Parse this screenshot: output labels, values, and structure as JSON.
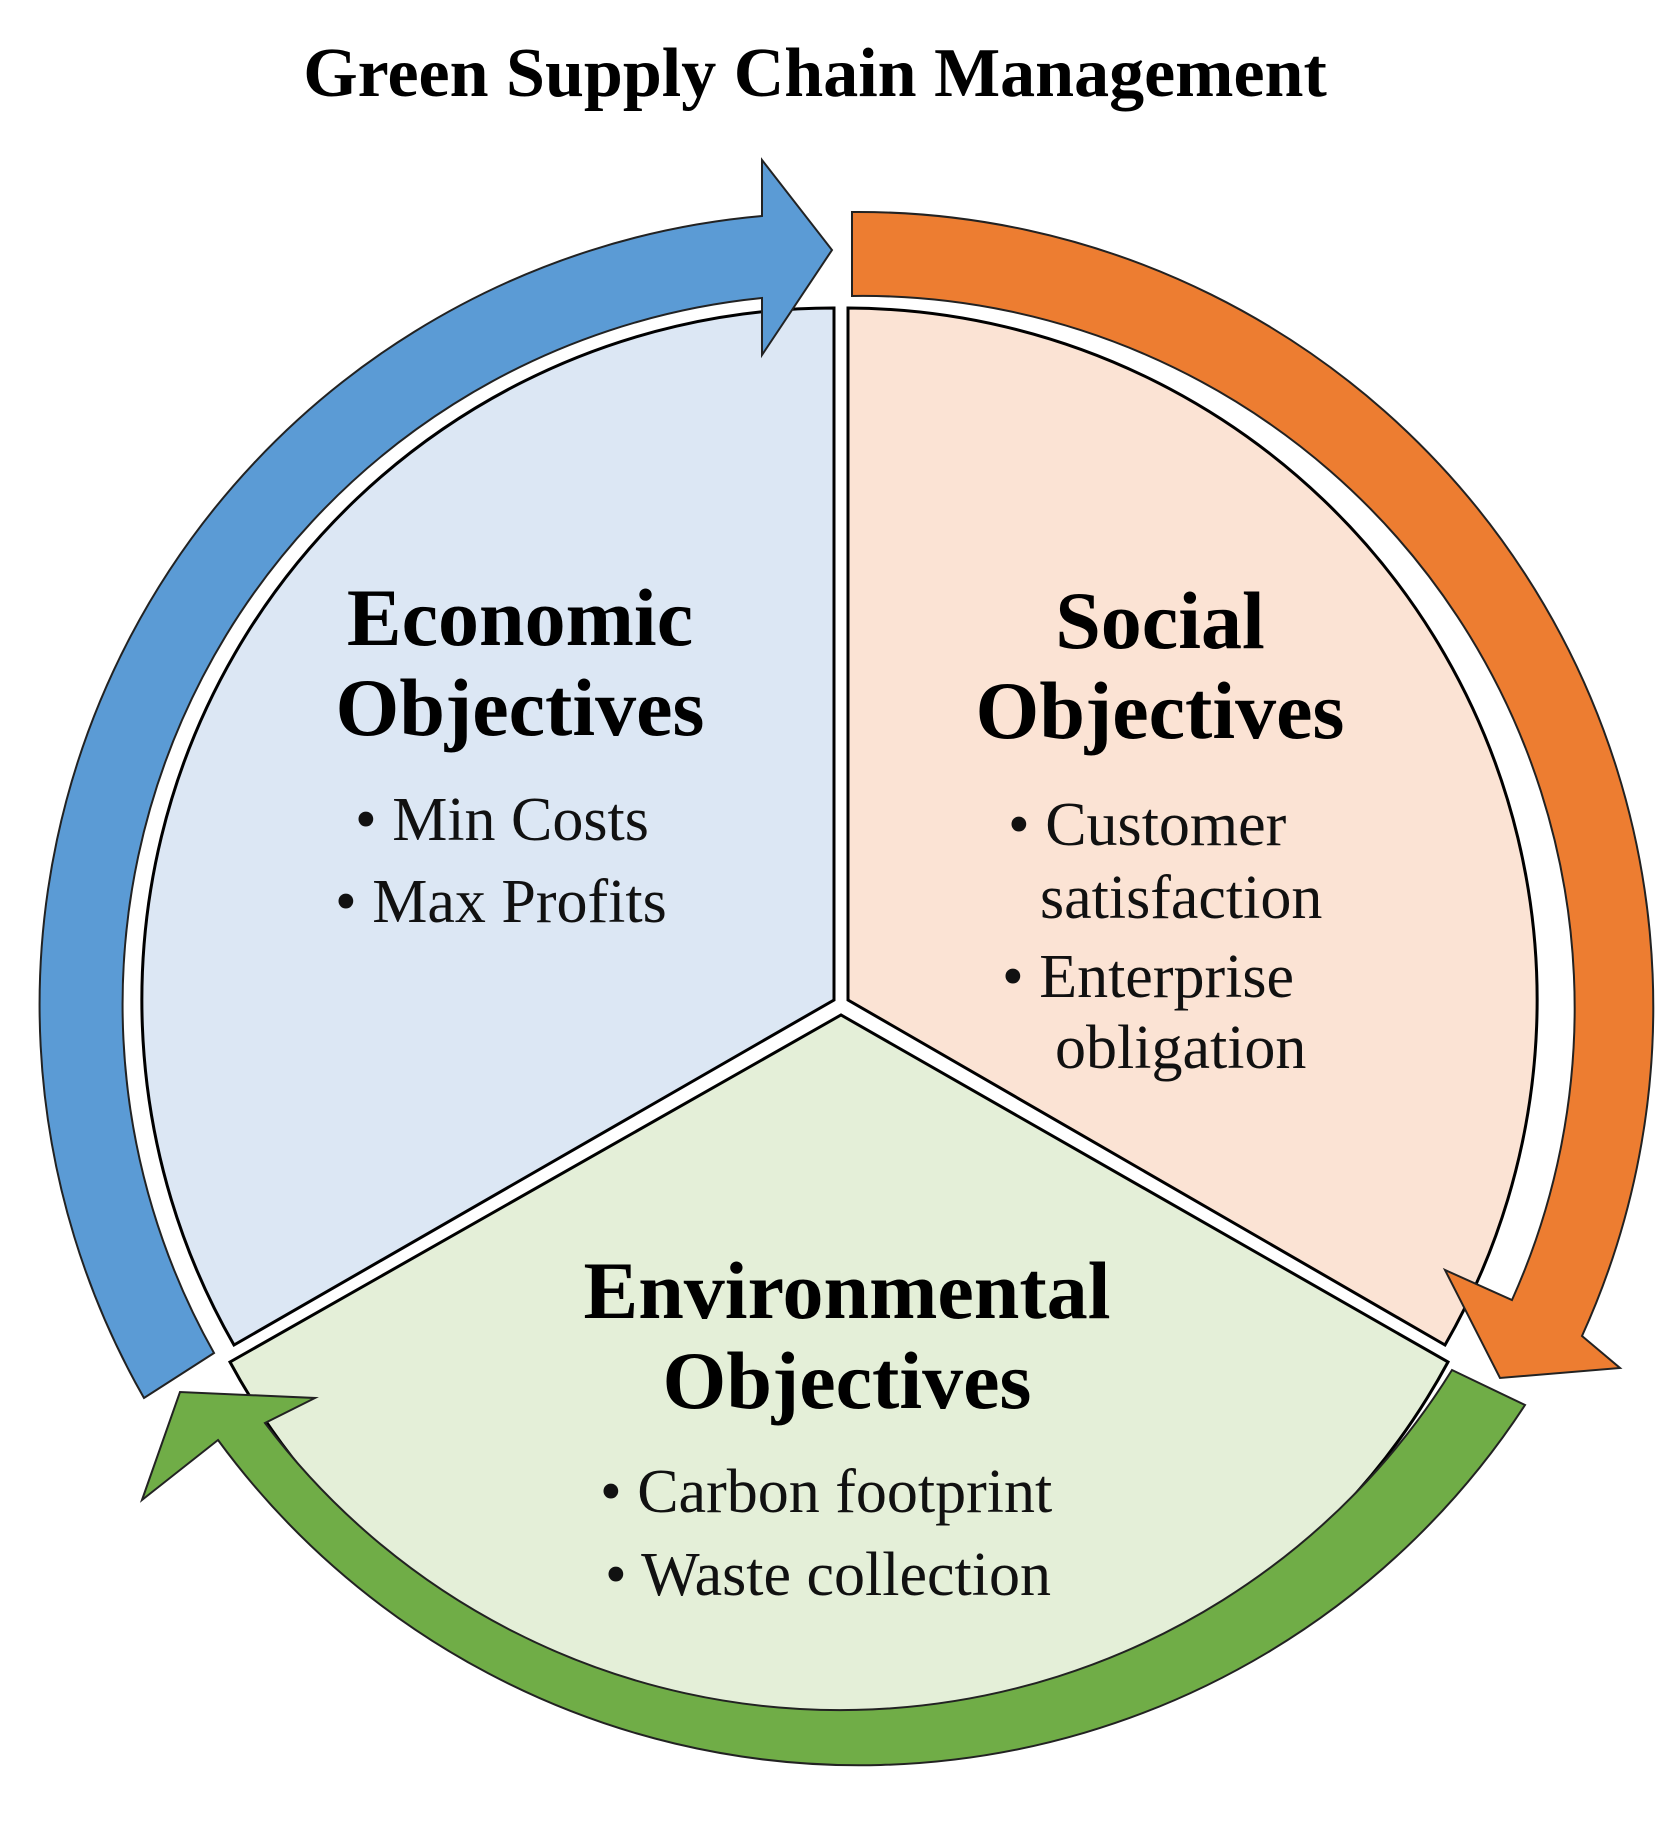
{
  "title": "Green Supply Chain Management",
  "colors": {
    "economic_fill": "#DCE7F4",
    "social_fill": "#FBE3D4",
    "environmental_fill": "#E4EFD8",
    "economic_arrow": "#5B9BD5",
    "social_arrow": "#ED7D31",
    "environmental_arrow": "#70AD47",
    "outline": "#000000"
  },
  "segments": {
    "economic": {
      "heading": [
        "Economic",
        "Objectives"
      ],
      "bullets": [
        "• Min Costs",
        "• Max Profits"
      ]
    },
    "social": {
      "heading": [
        "Social",
        "Objectives"
      ],
      "bullets": [
        "• Customer",
        "satisfaction",
        "• Enterprise",
        "obligation"
      ]
    },
    "environmental": {
      "heading": [
        "Environmental",
        "Objectives"
      ],
      "bullets": [
        "• Carbon footprint",
        "• Waste collection"
      ]
    }
  }
}
